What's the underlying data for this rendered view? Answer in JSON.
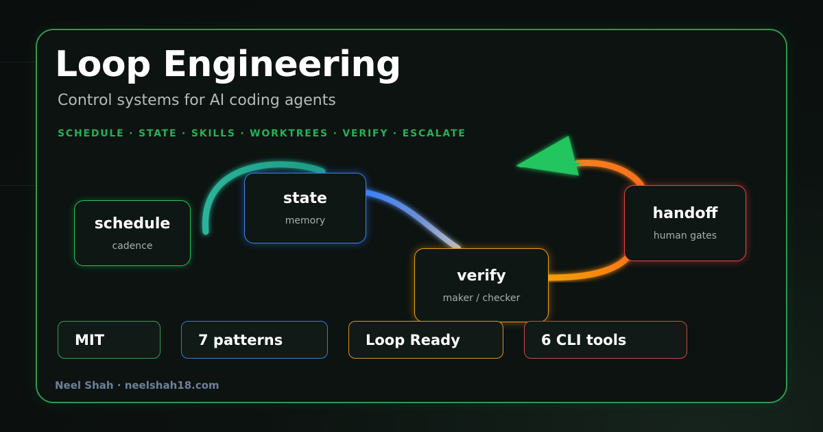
{
  "title": "Loop Engineering",
  "subtitle": "Control systems for AI coding agents",
  "pillars": "SCHEDULE · STATE · SKILLS · WORKTREES · VERIFY · ESCALATE",
  "nodes": {
    "schedule": {
      "label": "schedule",
      "sub": "cadence",
      "color": "#22c55e"
    },
    "state": {
      "label": "state",
      "sub": "memory",
      "color": "#3b82f6"
    },
    "verify": {
      "label": "verify",
      "sub": "maker / checker",
      "color": "#f59e0b"
    },
    "handoff": {
      "label": "handoff",
      "sub": "human gates",
      "color": "#ef4444"
    }
  },
  "badges": [
    "MIT",
    "7 patterns",
    "Loop Ready",
    "6 CLI tools"
  ],
  "footer": "Neel Shah · neelshah18.com",
  "colors": {
    "accent": "#22c55e",
    "frame": "#2f9a4f",
    "teal": "#2bb39a",
    "blue": "#3b82f6",
    "amber": "#f59e0b",
    "orange": "#f97316",
    "red": "#ef4444"
  }
}
